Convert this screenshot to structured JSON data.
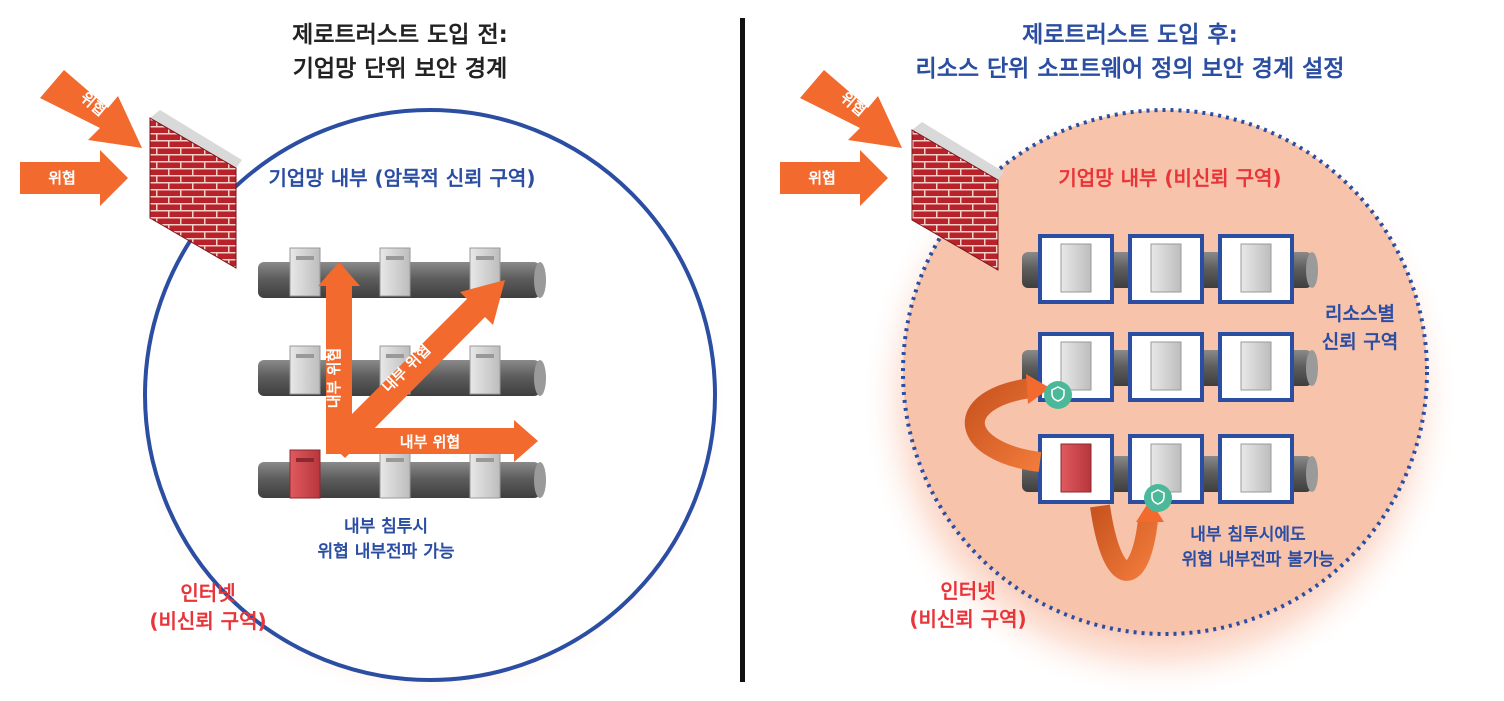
{
  "left": {
    "title_line1": "제로트러스트 도입 전:",
    "title_line2": "기업망 단위 보안 경계",
    "threat_label": "위협",
    "zone_label": "기업망 내부 (암묵적 신뢰 구역)",
    "internal_threat": "내부 위협",
    "caption_line1": "내부 침투시",
    "caption_line2": "위협 내부전파 가능",
    "internet_line1": "인터넷",
    "internet_line2": "(비신뢰 구역)"
  },
  "right": {
    "title_line1": "제로트러스트 도입 후:",
    "title_line2": "리소스 단위 소프트웨어 정의 보안 경계 설정",
    "threat_label": "위협",
    "zone_label": "기업망 내부 (비신뢰 구역)",
    "resource_line1": "리소스별",
    "resource_line2": "신뢰 구역",
    "caption_line1": "내부 침투시에도",
    "caption_line2": "위협 내부전파 불가능",
    "internet_line1": "인터넷",
    "internet_line2": "(비신뢰 구역)"
  },
  "colors": {
    "threat_arrow": "#f26a2e",
    "blue": "#2b4ea2",
    "red": "#e8353a",
    "glow": "#f7b9a0",
    "shield": "#4cb89a"
  }
}
